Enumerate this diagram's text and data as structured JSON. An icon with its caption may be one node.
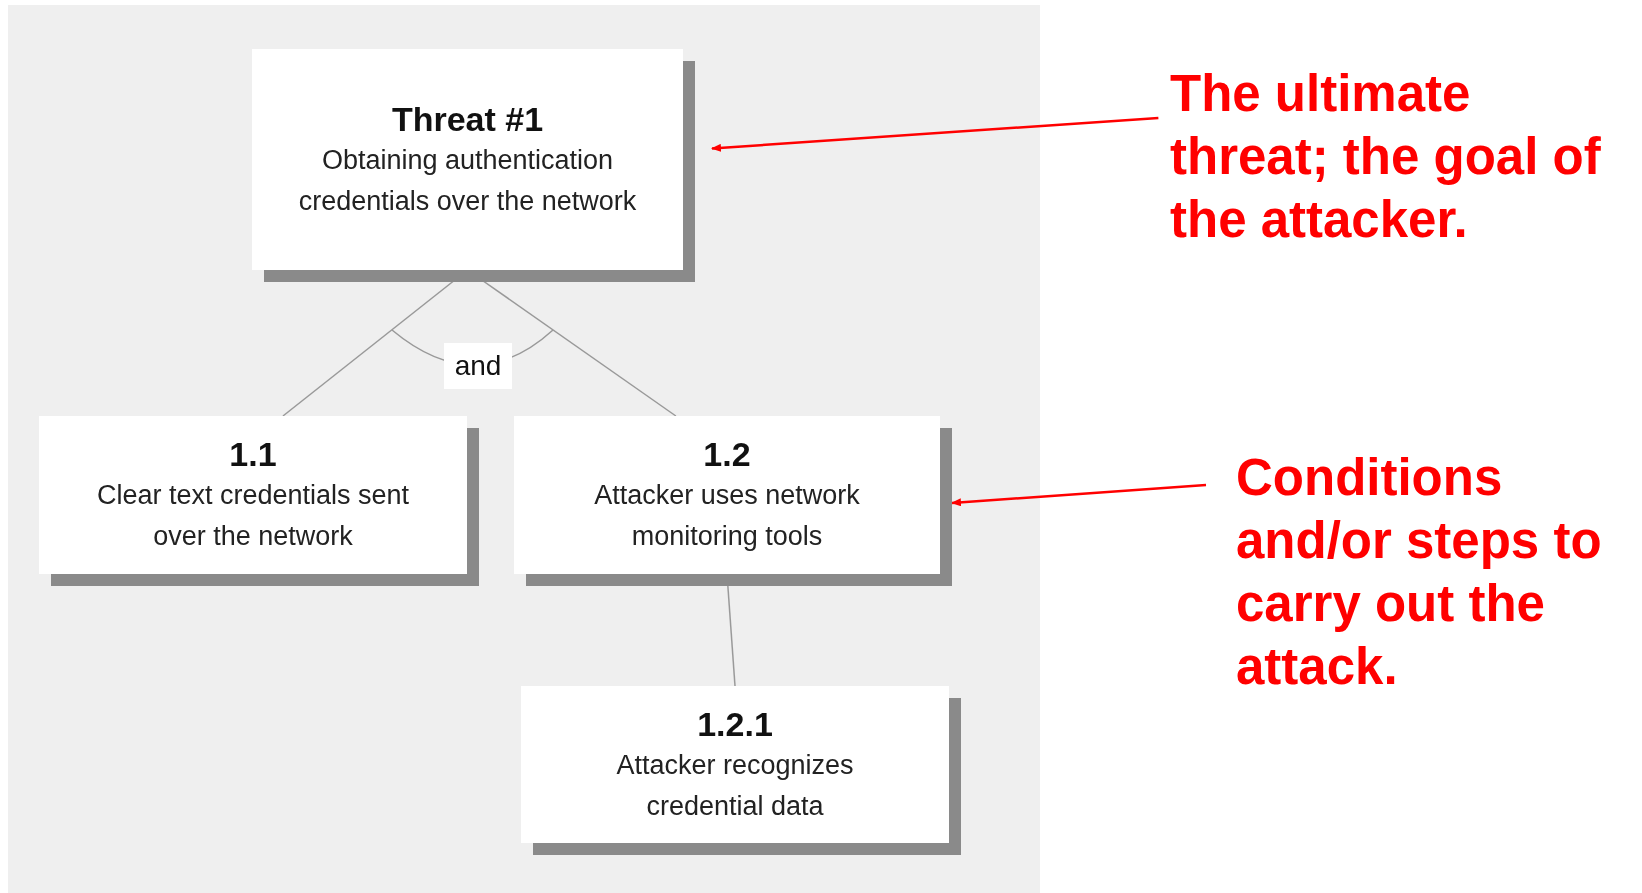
{
  "diagram": {
    "nodes": [
      {
        "text": [
          "Threat #1",
          "Obtaining authentication credentials over the network"
        ]
      },
      {
        "text": [
          "1.1",
          "Clear text credentials sent over the network"
        ]
      },
      {
        "text": [
          "1.2",
          "Attacker uses network monitoring tools"
        ]
      },
      {
        "text": [
          "1.2.1",
          "Attacker recognizes credential data"
        ]
      },
      {
        "text": [
          "The ultimate threat; the goal of the attacker."
        ]
      },
      {
        "text": [
          "Conditions and/or steps to carry out the attack."
        ]
      }
    ],
    "edges": [
      {
        "from": 0,
        "to": 1,
        "arrow": "none"
      },
      {
        "from": 0,
        "to": 2,
        "arrow": "none"
      },
      {
        "from": 2,
        "to": 3,
        "arrow": "none"
      },
      {
        "from": 4,
        "to": 0,
        "arrow": "to",
        "color": "#ff0000"
      },
      {
        "from": 5,
        "to": 2,
        "arrow": "to",
        "color": "#ff0000"
      }
    ],
    "labels": [
      "and"
    ]
  }
}
